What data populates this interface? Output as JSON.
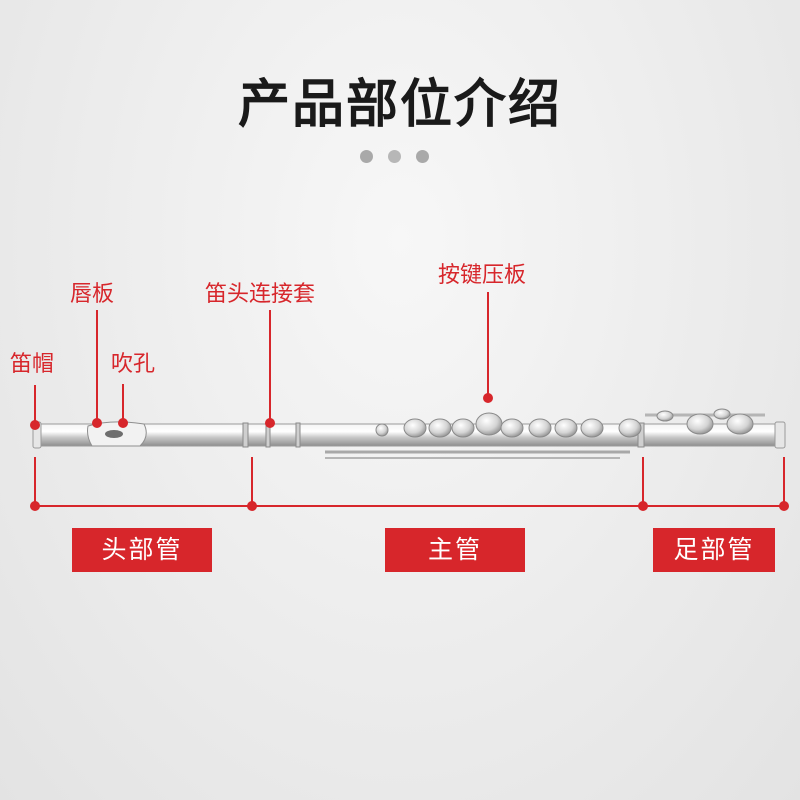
{
  "title": "产品部位介绍",
  "colors": {
    "accent": "#d7262b",
    "title": "#1a1a1a",
    "background": "#ececec",
    "metal": "#d9d9d9"
  },
  "parts": {
    "headjoint_cap": "笛帽",
    "lip_plate": "唇板",
    "embouchure_hole": "吹孔",
    "tenon": "笛头连接套",
    "key_pads": "按键压板"
  },
  "sections": {
    "head": "头部管",
    "body": "主管",
    "foot": "足部管"
  }
}
